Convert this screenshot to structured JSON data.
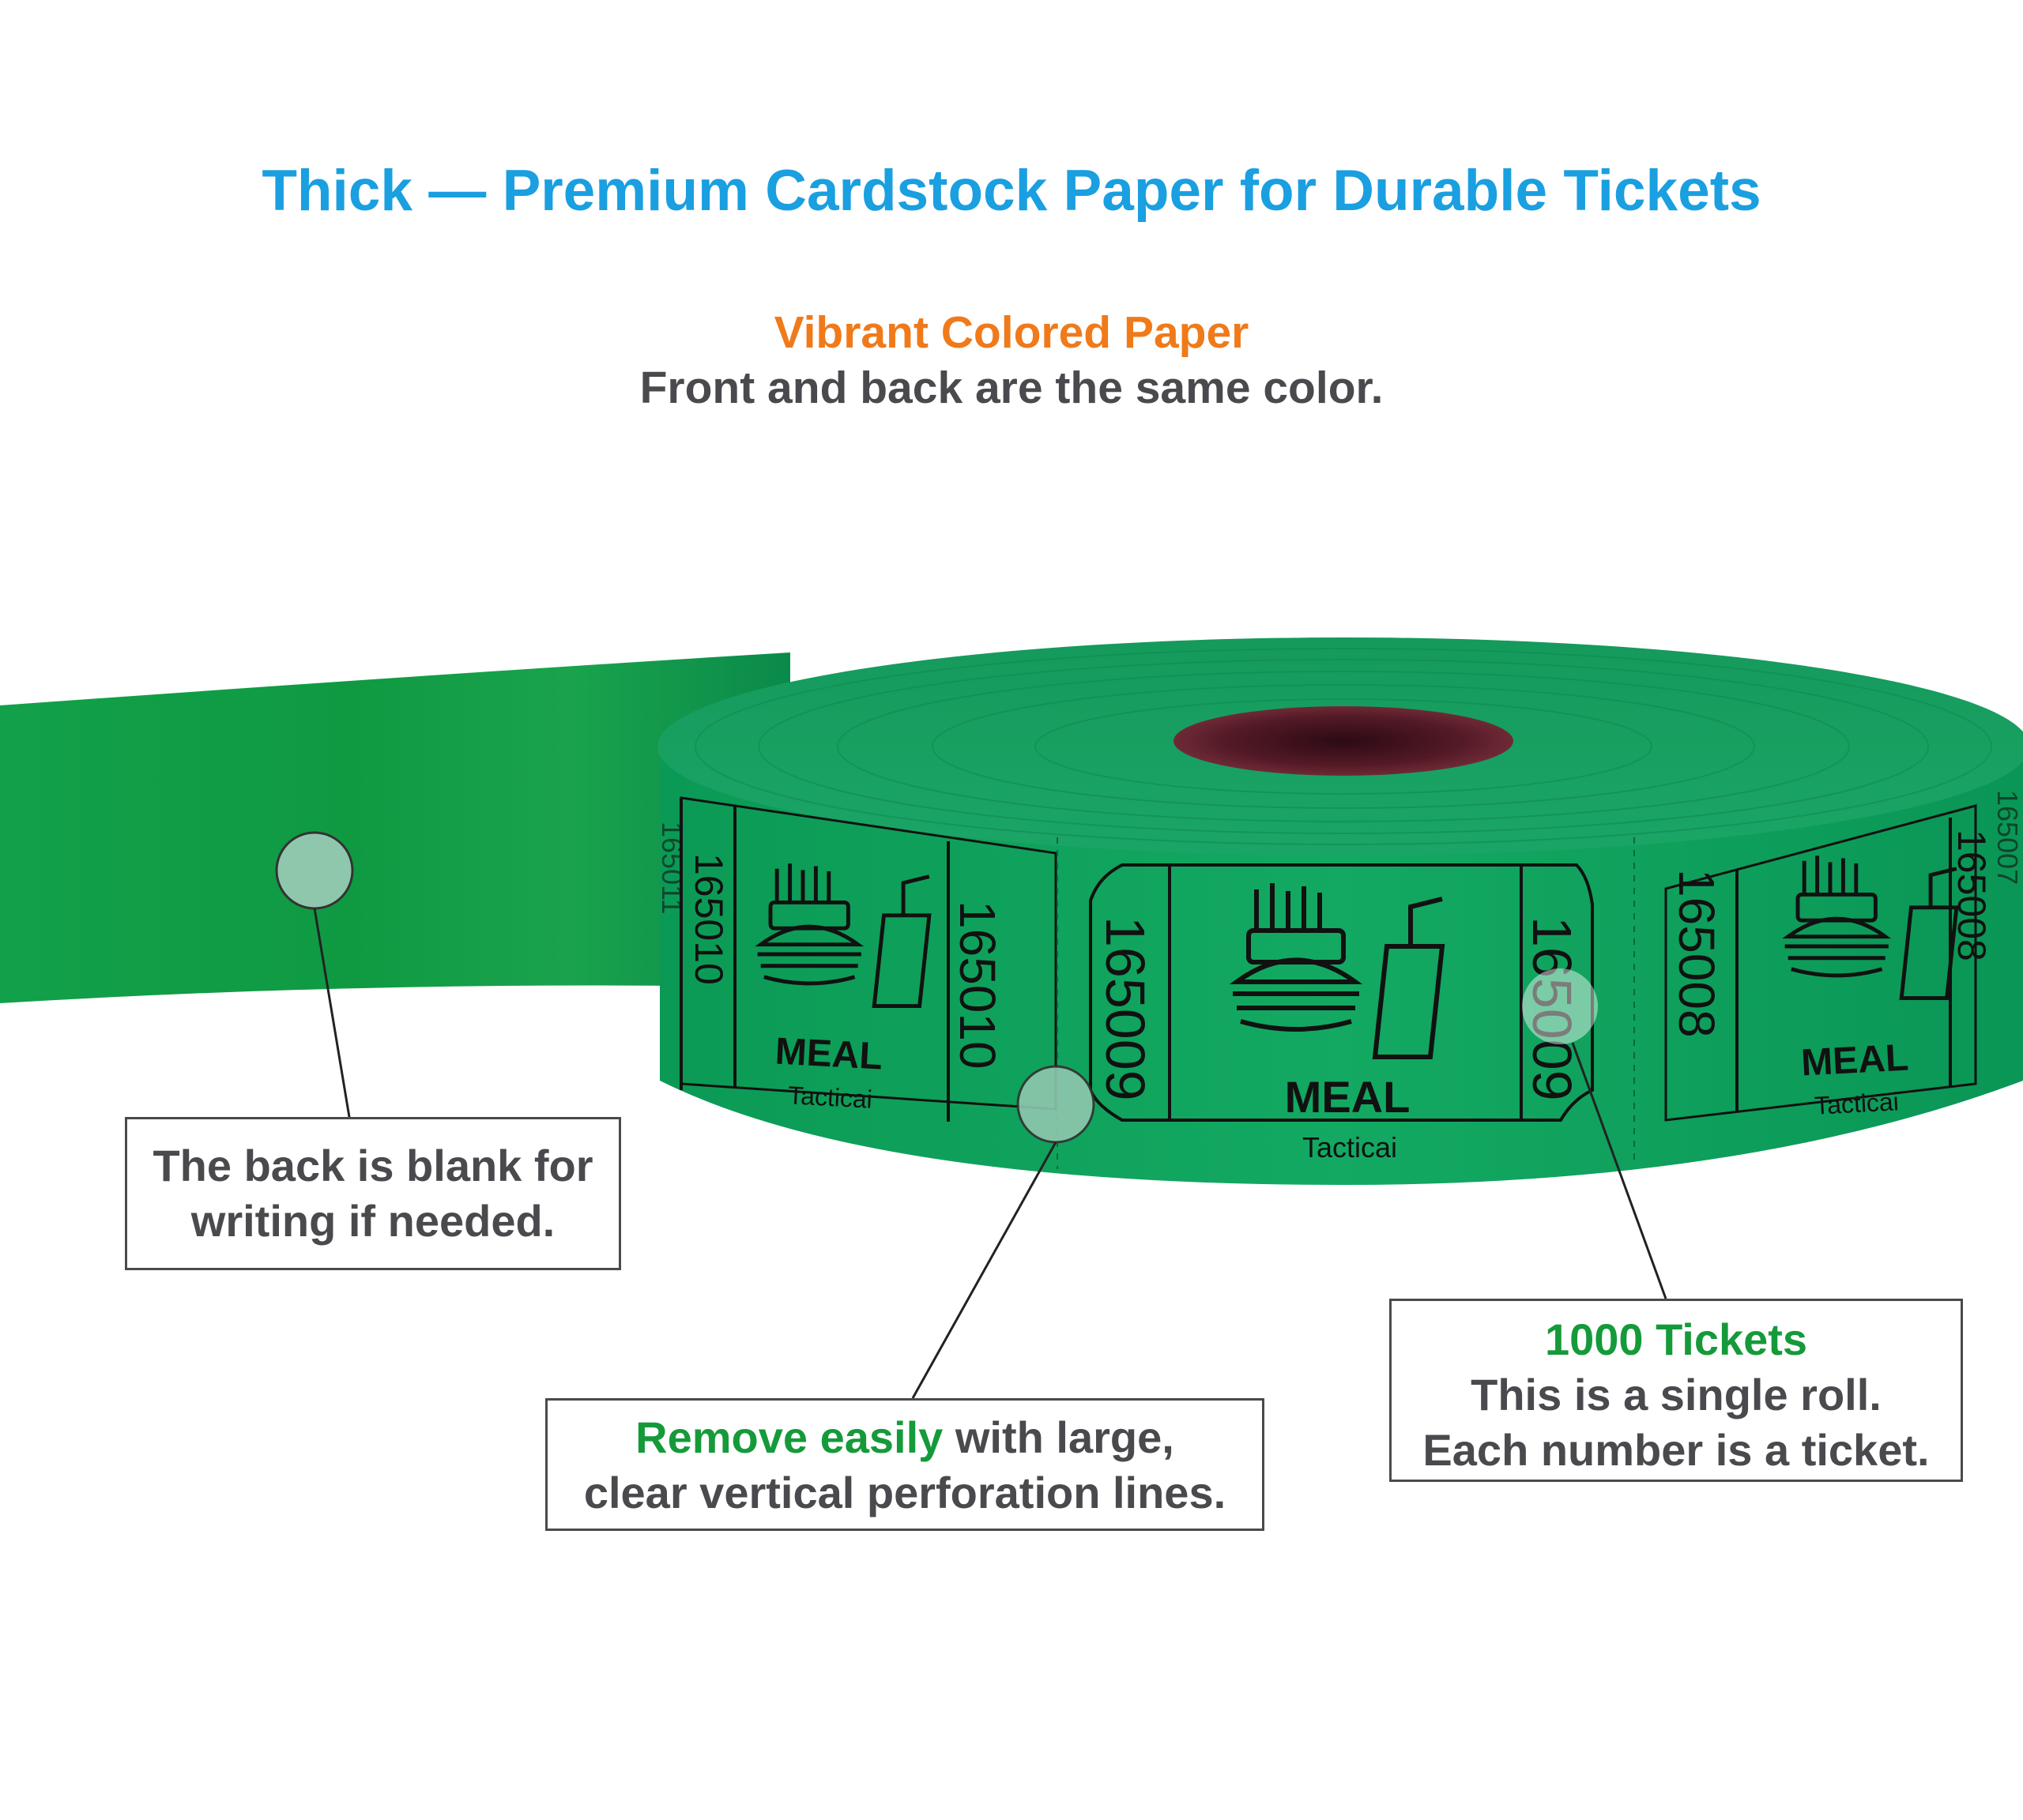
{
  "header": {
    "title": "Thick — Premium Cardstock Paper for Durable Tickets",
    "subtitle_accent": "Vibrant Colored Paper",
    "subtitle": "Front and back are the same color."
  },
  "roll": {
    "color": "#0b9d5a",
    "tickets": [
      {
        "left_number": "165010",
        "right_number": "165010",
        "label": "MEAL",
        "brand": "Tacticai"
      },
      {
        "left_number": "165009",
        "right_number": "165009",
        "label": "MEAL",
        "brand": "Tacticai"
      },
      {
        "left_number": "165008",
        "right_number": "165008",
        "label": "MEAL",
        "brand": "Tacticai"
      }
    ],
    "edge_numbers": [
      "165011",
      "165007"
    ]
  },
  "callouts": {
    "back": {
      "line1": "The back is blank for",
      "line2": "writing if needed."
    },
    "perforation": {
      "accent": "Remove easily",
      "line1_rest": " with large,",
      "line2": "clear vertical perforation lines."
    },
    "tickets": {
      "accent": "1000 Tickets",
      "line1": "This is a single roll.",
      "line2": "Each number is a ticket."
    }
  },
  "colors": {
    "title": "#1a9fe0",
    "accent_orange": "#f07a1a",
    "accent_green": "#159a3a",
    "text": "#4a4a4e",
    "paper_green": "#0b9d5a"
  }
}
